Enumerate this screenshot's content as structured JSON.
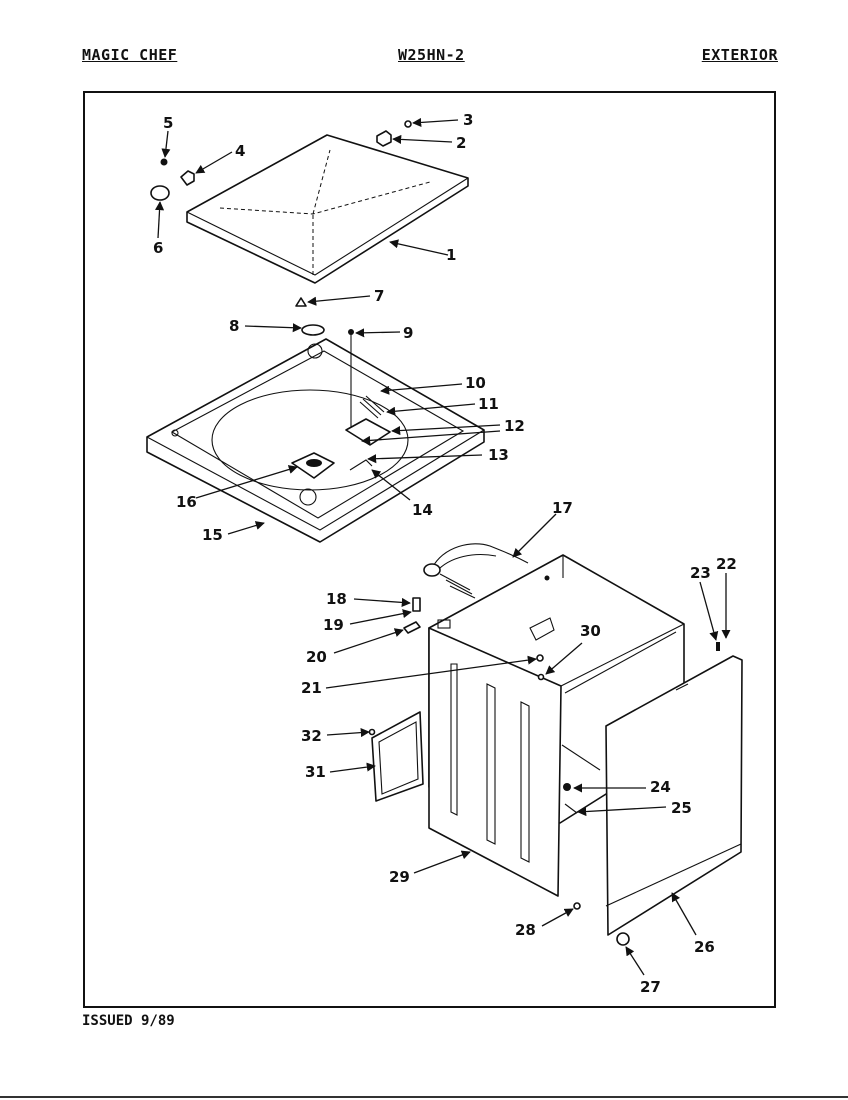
{
  "header": {
    "left": "MAGIC CHEF",
    "center": "W25HN-2",
    "right": "EXTERIOR"
  },
  "footer": {
    "issued": "ISSUED 9/89"
  },
  "diagram": {
    "part_numbers": [
      "1",
      "2",
      "3",
      "4",
      "5",
      "6",
      "7",
      "8",
      "9",
      "10",
      "11",
      "12",
      "13",
      "14",
      "15",
      "16",
      "17",
      "18",
      "19",
      "20",
      "21",
      "22",
      "23",
      "24",
      "25",
      "26",
      "27",
      "28",
      "29",
      "30",
      "31",
      "32"
    ]
  }
}
